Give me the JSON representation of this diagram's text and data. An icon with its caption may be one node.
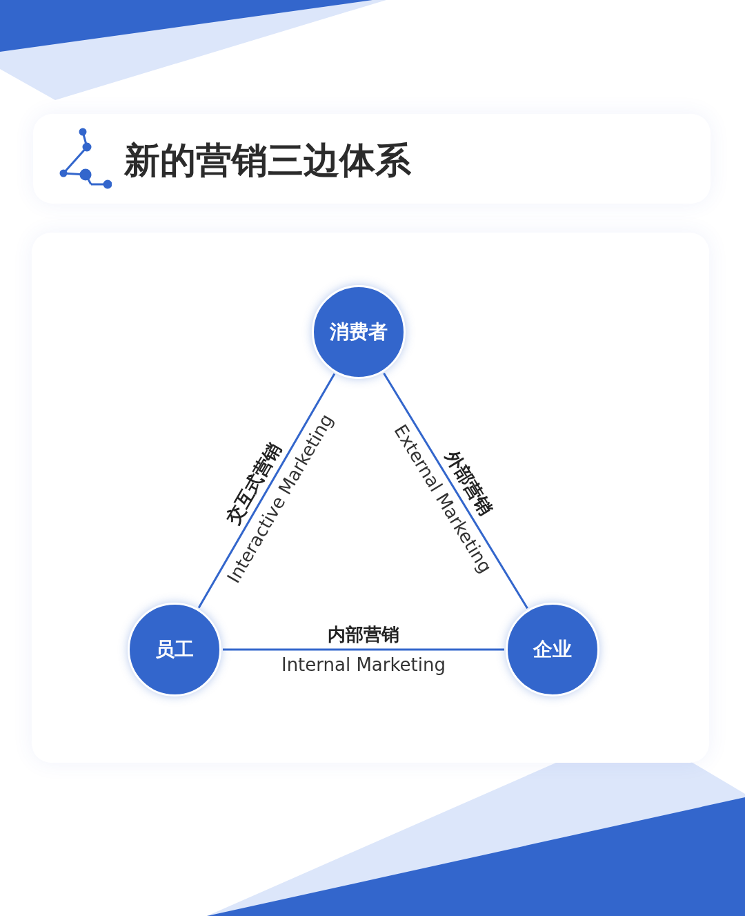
{
  "diagram": {
    "title": "新的营销三边体系",
    "nodes": [
      {
        "text": [
          "消费者"
        ]
      },
      {
        "text": [
          "员工"
        ]
      },
      {
        "text": [
          "企业"
        ]
      }
    ],
    "edges": [
      {
        "from": 0,
        "to": 1,
        "arrow": "none",
        "label": "**交互式营销** Interactive Marketing"
      },
      {
        "from": 0,
        "to": 2,
        "arrow": "none",
        "label": "**外部营销** External Marketing"
      },
      {
        "from": 1,
        "to": 2,
        "arrow": "none",
        "label": "**内部营销** Internal Marketing"
      }
    ]
  }
}
